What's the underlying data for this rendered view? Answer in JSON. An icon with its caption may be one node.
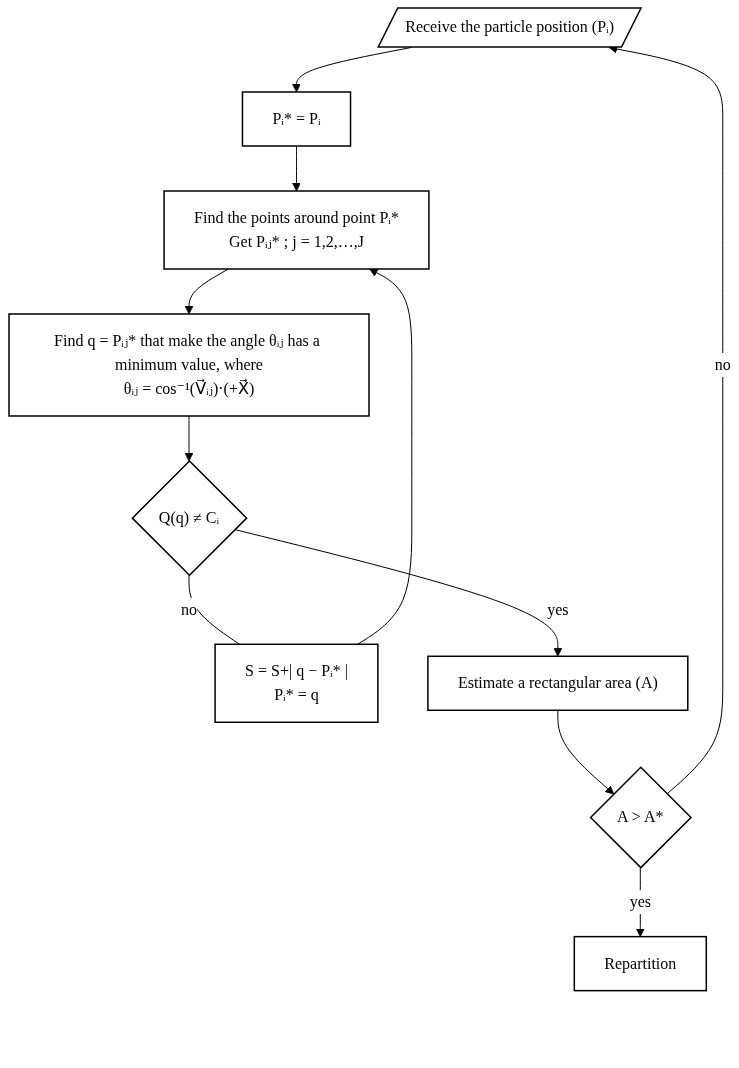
{
  "diagram": {
    "nodes": [
      {
        "text": [
          "Receive the particle position (Pᵢ)"
        ]
      },
      {
        "text": [
          "Pᵢ* = Pᵢ"
        ]
      },
      {
        "text": [
          "Find the points around point Pᵢ*",
          "Get Pᵢⱼ* ; j = 1,2,…,J"
        ]
      },
      {
        "text": [
          "Find q = Pᵢⱼ* that make the angle θᵢⱼ has a minimum value, where",
          "θᵢⱼ = cos⁻¹(V⃗ᵢⱼ)·(+X⃗)"
        ]
      },
      {
        "text": [
          "S = S+| q − Pᵢ* |",
          "Pᵢ* = q"
        ]
      },
      {
        "text": [
          "Q(q) ≠ Cᵢ"
        ]
      },
      {
        "text": [
          "Estimate a rectangular area (A)"
        ]
      },
      {
        "text": [
          "A > A*"
        ]
      },
      {
        "text": [
          "Repartition"
        ]
      }
    ],
    "edges": [
      {
        "from": 0,
        "to": 1,
        "arrow": "to"
      },
      {
        "from": 1,
        "to": 2,
        "arrow": "to"
      },
      {
        "from": 2,
        "to": 3,
        "arrow": "to"
      },
      {
        "from": 3,
        "to": 5,
        "arrow": "to"
      },
      {
        "from": 5,
        "to": 4,
        "arrow": "none",
        "label": "no"
      },
      {
        "from": 4,
        "to": 2,
        "arrow": "to"
      },
      {
        "from": 5,
        "to": 6,
        "arrow": "to",
        "label": "yes"
      },
      {
        "from": 6,
        "to": 7,
        "arrow": "to"
      },
      {
        "from": 7,
        "to": 0,
        "arrow": "to",
        "label": "no"
      },
      {
        "from": 7,
        "to": 8,
        "arrow": "to",
        "label": "yes"
      }
    ]
  }
}
